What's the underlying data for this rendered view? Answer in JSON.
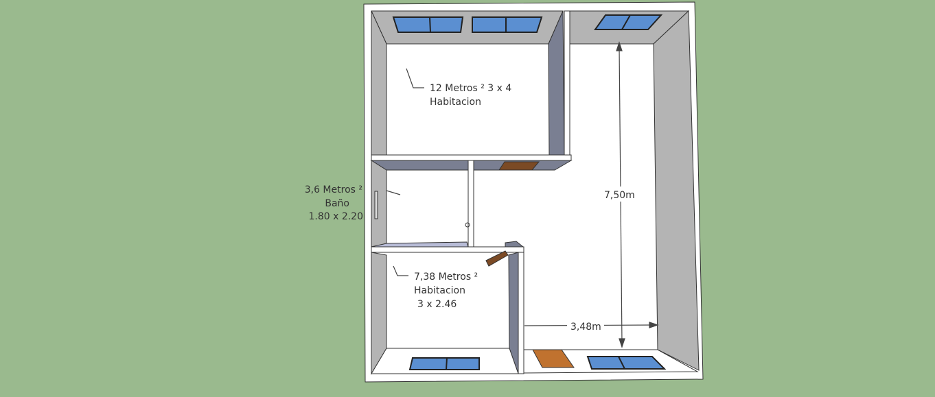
{
  "colors": {
    "background": "#9aba8e",
    "floor": "#ffffff",
    "wall_light": "#b4b4b4",
    "wall_dark": "#7a7f92",
    "wall_blue": "#b7bbd6",
    "window_glass": "#5b8fd1",
    "door": "#7b4a25",
    "text": "#333333"
  },
  "rooms": [
    {
      "area": "12 Metros ² 3 x 4",
      "name": "Habitacion"
    },
    {
      "area": "3,6 Metros ²",
      "name": "Baño",
      "size": "1.80 x 2.20"
    },
    {
      "area": "7,38 Metros ²",
      "name": "Habitacion",
      "size": "3 x 2.46"
    }
  ],
  "dimensions": {
    "vertical": "7,50m",
    "horizontal": "3,48m"
  }
}
